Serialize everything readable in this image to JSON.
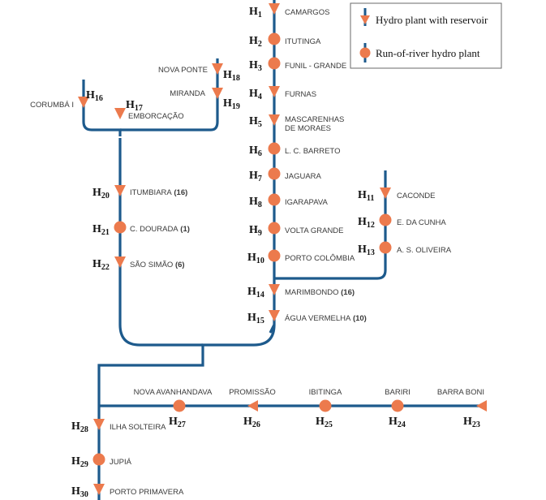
{
  "colors": {
    "line": "#1d5a8c",
    "plant": "#ec7a4d",
    "label": "#3a3a3a",
    "hcode": "#111111",
    "legend_border": "#6a6a6a"
  },
  "legend": {
    "reservoir": "Hydro plant with reservoir",
    "run_of_river": "Run-of-river hydro plant"
  },
  "plants": {
    "h1": {
      "code": "H1",
      "name": "CAMARGOS",
      "kind": "reservoir"
    },
    "h2": {
      "code": "H2",
      "name": "ITUTINGA",
      "kind": "run_of_river"
    },
    "h3": {
      "code": "H3",
      "name": "FUNIL - GRANDE",
      "kind": "run_of_river"
    },
    "h4": {
      "code": "H4",
      "name": "FURNAS",
      "kind": "reservoir"
    },
    "h5": {
      "code": "H5",
      "name": "MASCARENHAS",
      "name2": "DE MORAES",
      "kind": "reservoir"
    },
    "h6": {
      "code": "H6",
      "name": "L. C. BARRETO",
      "kind": "run_of_river"
    },
    "h7": {
      "code": "H7",
      "name": "JAGUARA",
      "kind": "run_of_river"
    },
    "h8": {
      "code": "H8",
      "name": "IGARAPAVA",
      "kind": "run_of_river"
    },
    "h9": {
      "code": "H9",
      "name": "VOLTA GRANDE",
      "kind": "run_of_river"
    },
    "h10": {
      "code": "H10",
      "name": "PORTO COLÔMBIA",
      "kind": "run_of_river"
    },
    "h11": {
      "code": "H11",
      "name": "CACONDE",
      "kind": "reservoir"
    },
    "h12": {
      "code": "H12",
      "name": "E. DA CUNHA",
      "kind": "run_of_river"
    },
    "h13": {
      "code": "H13",
      "name": "A. S. OLIVEIRA",
      "kind": "run_of_river"
    },
    "h14": {
      "code": "H14",
      "name": "MARIMBONDO",
      "bold": "(16)",
      "kind": "reservoir"
    },
    "h15": {
      "code": "H15",
      "name": "ÁGUA VERMELHA",
      "bold": "(10)",
      "kind": "reservoir"
    },
    "h16": {
      "code": "H16",
      "name": "CORUMBÁ I",
      "kind": "reservoir"
    },
    "h17": {
      "code": "H17",
      "name": "EMBORCAÇÃO",
      "kind": "reservoir"
    },
    "h18": {
      "code": "H18",
      "name": "NOVA PONTE",
      "kind": "reservoir"
    },
    "h19": {
      "code": "H19",
      "name": "MIRANDA",
      "kind": "reservoir"
    },
    "h20": {
      "code": "H20",
      "name": "ITUMBIARA",
      "bold": "(16)",
      "kind": "reservoir"
    },
    "h21": {
      "code": "H21",
      "name": "C. DOURADA",
      "bold": "(1)",
      "kind": "run_of_river"
    },
    "h22": {
      "code": "H22",
      "name": "SÃO SIMÃO",
      "bold": "(6)",
      "kind": "reservoir"
    },
    "h23": {
      "code": "H23",
      "name": "BARRA BONI",
      "kind": "reservoir"
    },
    "h24": {
      "code": "H24",
      "name": "BARIRI",
      "kind": "run_of_river"
    },
    "h25": {
      "code": "H25",
      "name": "IBITINGA",
      "kind": "run_of_river"
    },
    "h26": {
      "code": "H26",
      "name": "PROMISSÃO",
      "kind": "reservoir"
    },
    "h27": {
      "code": "H27",
      "name": "NOVA AVANHANDAVA",
      "kind": "run_of_river"
    },
    "h28": {
      "code": "H28",
      "name": "ILHA SOLTEIRA",
      "kind": "reservoir"
    },
    "h29": {
      "code": "H29",
      "name": "JUPIÁ",
      "kind": "run_of_river"
    },
    "h30": {
      "code": "H30",
      "name": "PORTO PRIMAVERA",
      "kind": "reservoir"
    }
  }
}
